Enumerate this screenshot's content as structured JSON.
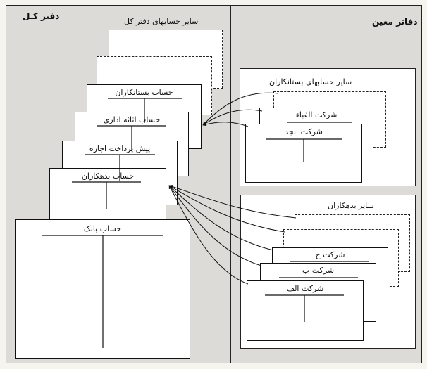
{
  "general_ledger": {
    "title": "دفتر کـل",
    "other_accounts_label": "سایر حسابهای دفتر کل",
    "accounts": [
      {
        "label": "حساب بستانکاران"
      },
      {
        "label": "حساب اثاثه اداری"
      },
      {
        "label": "پیش پرداخت اجاره"
      },
      {
        "label": "حساب بدهکاران"
      },
      {
        "label": "حساب بانک"
      }
    ]
  },
  "subsidiary_ledger": {
    "title": "دفاتر معین",
    "creditors_group": {
      "label": "سایر حسابهای بستانکاران",
      "accounts": [
        {
          "label": "شرکت الفباء"
        },
        {
          "label": "شرکت ابجد"
        }
      ]
    },
    "debtors_group": {
      "label": "سایر بدهکاران",
      "accounts": [
        {
          "label": "شرکت ج"
        },
        {
          "label": "شرکت ب"
        },
        {
          "label": "شرکت الف"
        }
      ]
    }
  }
}
